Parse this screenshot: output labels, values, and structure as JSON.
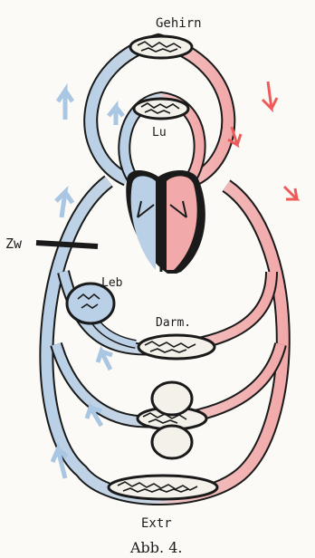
{
  "labels": {
    "gehirn": "Gehirn",
    "lu": "Lu",
    "zw": "Zw",
    "leb": "Leb",
    "darm": "Darm.",
    "extr": "Extr"
  },
  "caption": "Abb. 4.",
  "colors": {
    "venous": "#b9d0e6",
    "arterial": "#f2a9a9",
    "arrow_blue": "#a9c6e2",
    "arrow_red": "#ef5a5a",
    "outline": "#1a1a1a",
    "paper": "#fbfaf6"
  },
  "icons": {
    "arrow_up_blue": "arrow-up",
    "arrow_down_red": "arrow-down",
    "capillary_net": "capillary-network"
  }
}
